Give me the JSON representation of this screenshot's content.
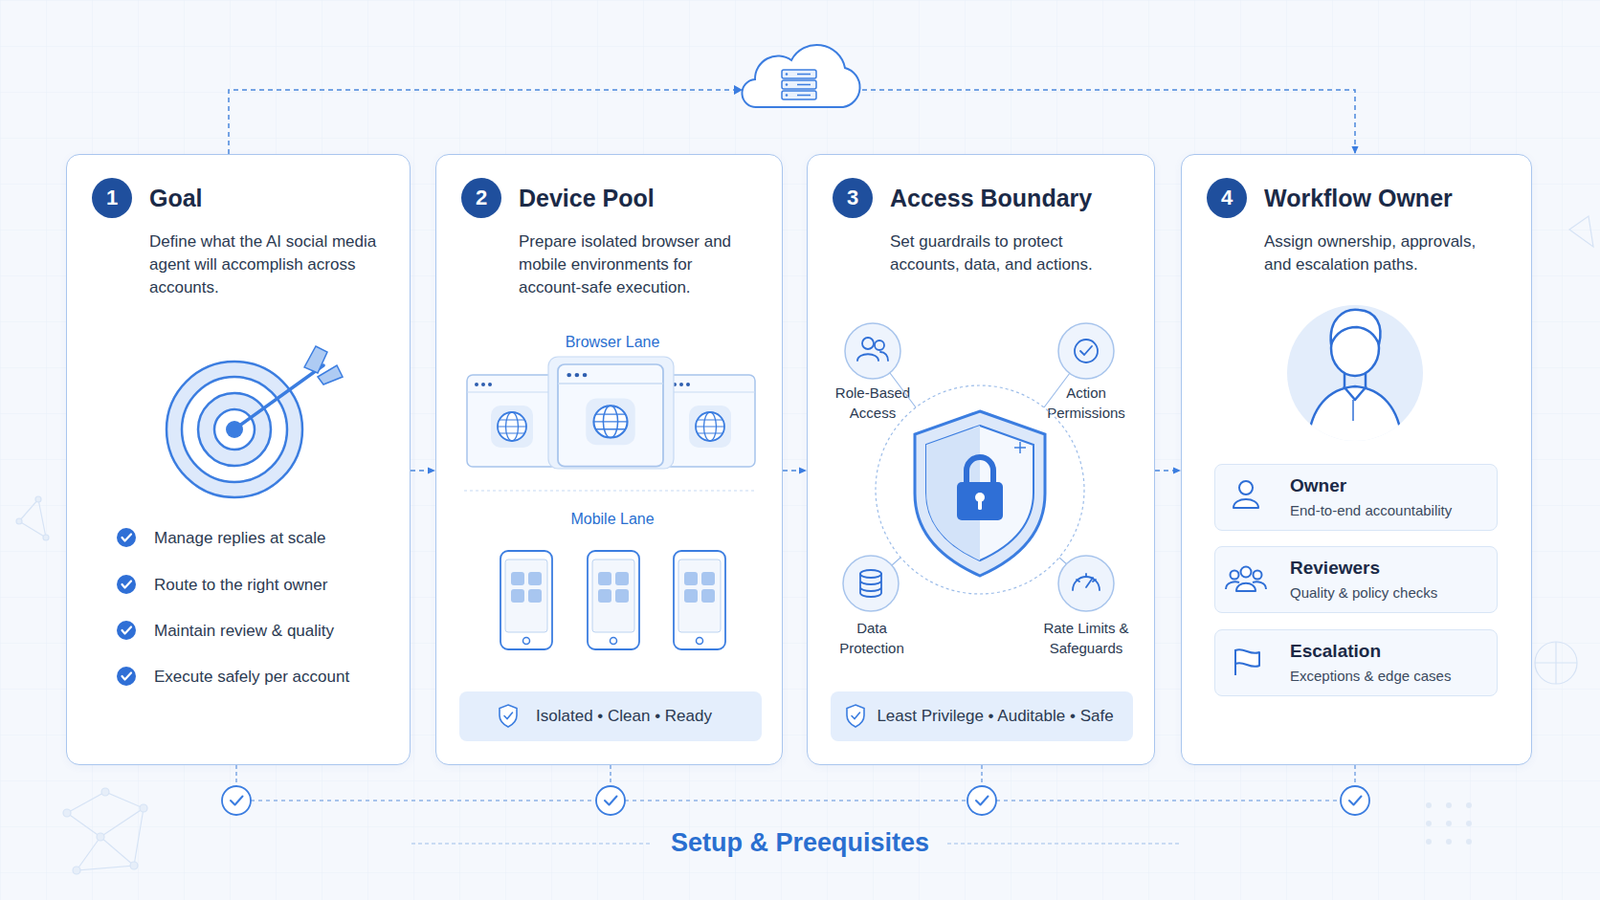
{
  "diagram": {
    "title": "Setup & Preequisites",
    "nodes": [
      {
        "text": [
          "Goal",
          "Define what the AI social media agent will accomplish across accounts.",
          "Manage replies at scale",
          "Route to the right owner",
          "Maintain review & quality",
          "Execute safely per account"
        ]
      },
      {
        "text": [
          "1"
        ],
        "in": 0
      },
      {
        "text": [
          "Device Pool",
          "Prepare isolated browser and mobile environments for account-safe execution.",
          "Browser Lane",
          "Mobile Lane"
        ]
      },
      {
        "text": [
          "2"
        ],
        "in": 2
      },
      {
        "text": [
          "Isolated • Clean • Ready"
        ],
        "in": 2
      },
      {
        "text": [
          "Access Boundary",
          "Set guardrails to protect accounts, data, and actions.",
          "Role-Based Access",
          "Action Permissions",
          "Data Protection",
          "Rate Limits & Safeguards"
        ]
      },
      {
        "text": [
          "3"
        ],
        "in": 5
      },
      {
        "text": [
          "Least Privilege • Auditable • Safe"
        ],
        "in": 5
      },
      {
        "text": [
          "Workflow Owner",
          "Assign ownership, approvals, and escalation paths."
        ]
      },
      {
        "text": [
          "4"
        ],
        "in": 8
      },
      {
        "text": [
          "Owner",
          "End-to-end accountability"
        ],
        "in": 8
      },
      {
        "text": [
          "Reviewers",
          "Quality & policy checks"
        ],
        "in": 8
      },
      {
        "text": [
          "Escalation",
          "Exceptions & edge cases"
        ],
        "in": 8
      }
    ],
    "edges": [
      {
        "from": 0,
        "to": 2,
        "arrow": "to"
      },
      {
        "from": 2,
        "to": 5,
        "arrow": "to"
      },
      {
        "from": 5,
        "to": 8,
        "arrow": "to"
      },
      {
        "from": 0,
        "to": 8,
        "arrow": "to"
      }
    ]
  }
}
